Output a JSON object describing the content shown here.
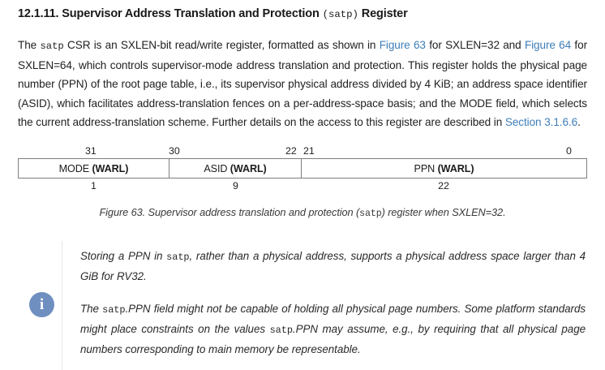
{
  "heading": {
    "prefix": "12.1.11. Supervisor Address Translation and Protection ",
    "code": "(satp)",
    "suffix": " Register"
  },
  "paragraph": {
    "s1": "The ",
    "code1": "satp",
    "s2": " CSR is an SXLEN-bit read/write register, formatted as shown in ",
    "link1": "Figure 63",
    "s3": " for SXLEN=32 and ",
    "link2": "Figure 64",
    "s4": " for SXLEN=64, which controls supervisor-mode address translation and protection. This register holds the physical page number (PPN) of the root page table, i.e., its supervisor physical address divided by 4 KiB; an address space identifier (ASID), which facilitates address-translation fences on a per-address-space basis; and the MODE field, which selects the current address-translation scheme. Further details on the access to this register are described in ",
    "link3": "Section 3.1.6.6",
    "s5": "."
  },
  "register": {
    "bit_labels": {
      "b31": "31",
      "b30": "30",
      "b22": "22",
      "b21": "21",
      "b0": "0"
    },
    "fields": [
      {
        "name": "MODE",
        "attr": "(WARL)",
        "width": "1",
        "bit_hi": "31",
        "bit_lo": "31"
      },
      {
        "name": "ASID",
        "attr": "(WARL)",
        "width": "9",
        "bit_hi": "30",
        "bit_lo": "22"
      },
      {
        "name": "PPN",
        "attr": "(WARL)",
        "width": "22",
        "bit_hi": "21",
        "bit_lo": "0"
      }
    ]
  },
  "caption": {
    "s1": "Figure 63. Supervisor address translation and protection (",
    "code": "satp",
    "s2": ") register when SXLEN=32."
  },
  "admonition": {
    "icon": "info-icon",
    "icon_glyph": "i",
    "icon_color": "#6f8fc0",
    "paragraphs": [
      {
        "s1": "Storing a PPN in ",
        "code1": "satp",
        "s2": ", rather than a physical address, supports a physical address space larger than 4 GiB for RV32.",
        "code2": "",
        "s3": ""
      },
      {
        "s1": "The ",
        "code1": "satp",
        "s2": ".PPN field might not be capable of holding all physical page numbers. Some platform standards might place constraints on the values ",
        "code2": "satp",
        "s3": ".PPN may assume, e.g., by requiring that all physical page numbers corresponding to main memory be representable."
      }
    ]
  },
  "colors": {
    "link": "#3e7eb8",
    "border": "#7f7f7f",
    "divider": "#e6e6e8",
    "text": "#222222"
  }
}
